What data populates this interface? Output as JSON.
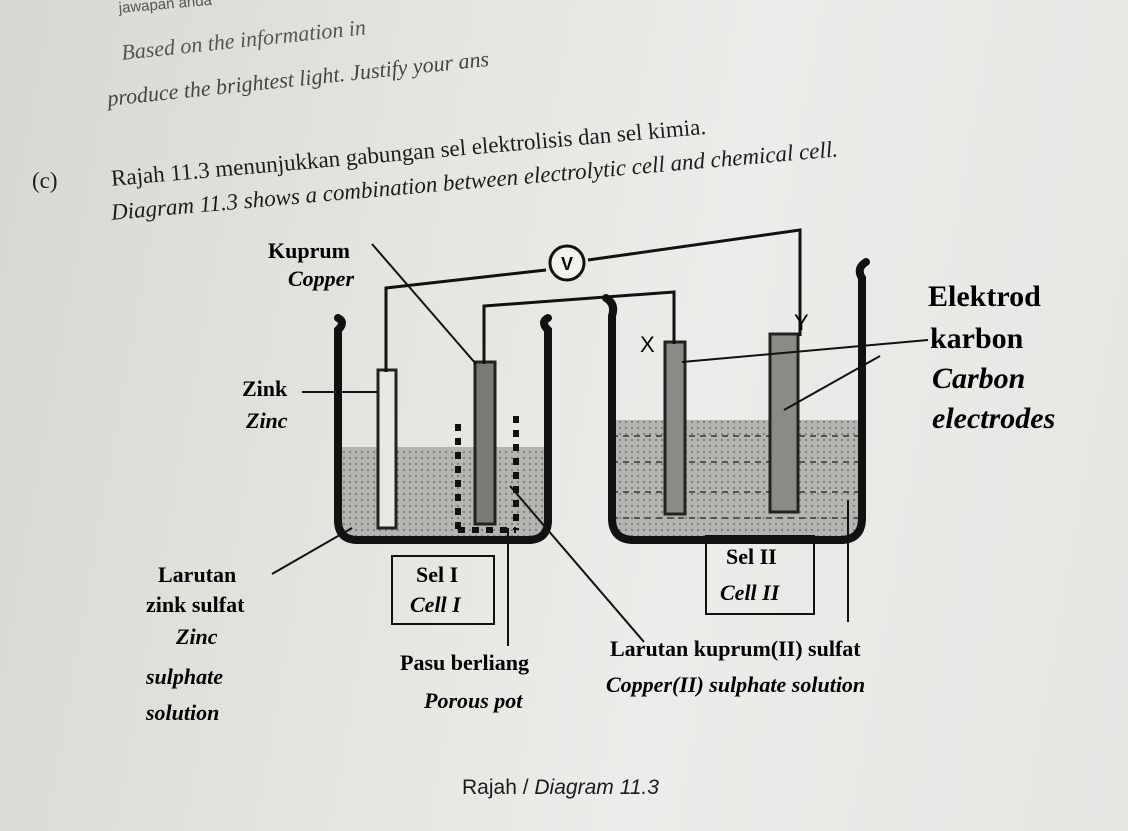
{
  "header_lines": {
    "fragment_top": "jawapan anda",
    "based_on": "Based on the information in",
    "produce": "produce the brightest light. Justify your ans"
  },
  "question": {
    "part_label": "(c)",
    "malay": "Rajah 11.3 menunjukkan gabungan sel elektrolisis dan sel kimia.",
    "english": "Diagram 11.3 shows a combination between electrolytic cell and chemical cell."
  },
  "diagram": {
    "voltmeter": "V",
    "electrode_x": "X",
    "electrode_y": "Y",
    "kuprum": "Kuprum",
    "copper": "Copper",
    "zink": "Zink",
    "zinc": "Zinc",
    "larutan_zink_1": "Larutan",
    "larutan_zink_2": "zink sulfat",
    "zinc_sulphate_1": "Zinc",
    "zinc_sulphate_2": "sulphate",
    "zinc_sulphate_3": "solution",
    "sel_1": "Sel I",
    "cell_1": "Cell I",
    "sel_2": "Sel II",
    "cell_2": "Cell II",
    "pasu": "Pasu berliang",
    "porous": "Porous pot",
    "larutan_kuprum": "Larutan kuprum(II) sulfat",
    "copper_sulphate": "Copper(II) sulphate solution",
    "elektrod": "Elektrod",
    "karbon": "karbon",
    "carbon": "Carbon",
    "electrodes": "electrodes"
  },
  "caption": {
    "malay": "Rajah /",
    "english": "Diagram 11.3"
  }
}
